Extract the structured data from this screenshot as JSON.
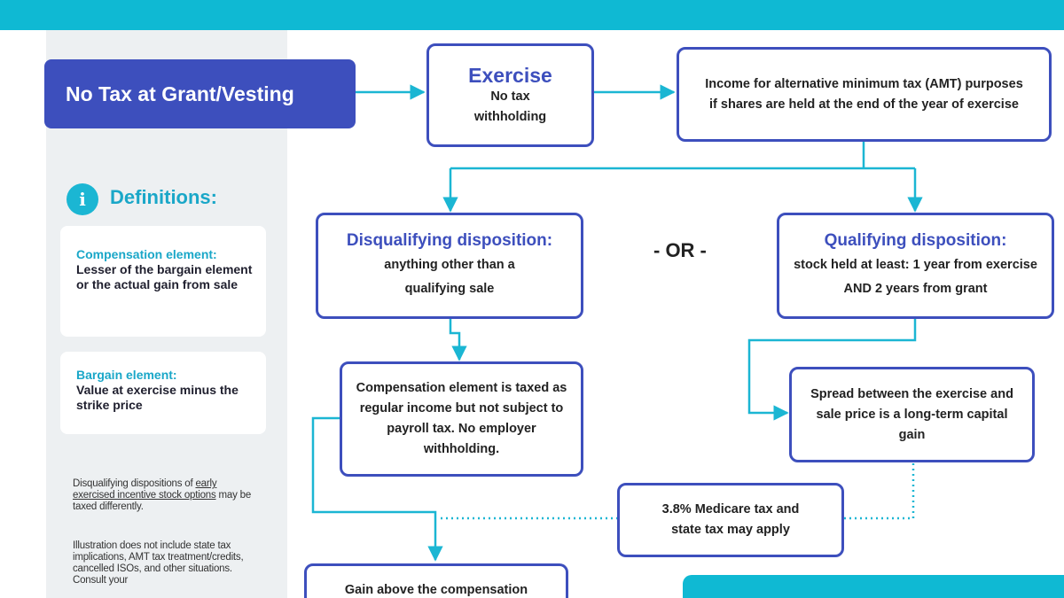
{
  "colors": {
    "accent_teal": "#0fb9d3",
    "primary_indigo": "#3d4fbd",
    "sidebar_bg": "#edf0f2"
  },
  "grant": {
    "label": "No Tax at Grant/Vesting"
  },
  "definitions": {
    "icon_glyph": "i",
    "title": "Definitions:",
    "compensation": {
      "term": "Compensation element:",
      "desc": "Lesser of the bargain element or the actual gain from sale"
    },
    "bargain": {
      "term": "Bargain element:",
      "desc": "Value at exercise minus the strike price"
    },
    "note1_prefix": "Disqualifying dispositions of ",
    "note1_link": "early exercised incentive stock options",
    "note1_suffix": " may be taxed differently.",
    "note2": "Illustration does not include state tax implications, AMT tax treatment/credits, cancelled ISOs, and other situations. Consult your"
  },
  "flow": {
    "exercise": {
      "title": "Exercise",
      "text": "No tax withholding"
    },
    "amt": {
      "text": "Income for alternative minimum tax (AMT) purposes if shares are held at the end of the year of exercise"
    },
    "disqualifying": {
      "title": "Disqualifying disposition:",
      "text": "anything other than a qualifying sale"
    },
    "or_label": "- OR -",
    "qualifying": {
      "title": "Qualifying disposition:",
      "text": "stock held at least: 1 year from exercise AND 2 years from grant"
    },
    "compensation_taxed": {
      "text": "Compensation element is taxed as regular income but not subject to payroll tax. No employer withholding."
    },
    "spread": {
      "text": "Spread between the exercise and sale price is a long-term capital gain"
    },
    "medicare": {
      "text": "3.8% Medicare tax and state tax may apply"
    },
    "gain_above": {
      "text": "Gain above the compensation"
    }
  }
}
